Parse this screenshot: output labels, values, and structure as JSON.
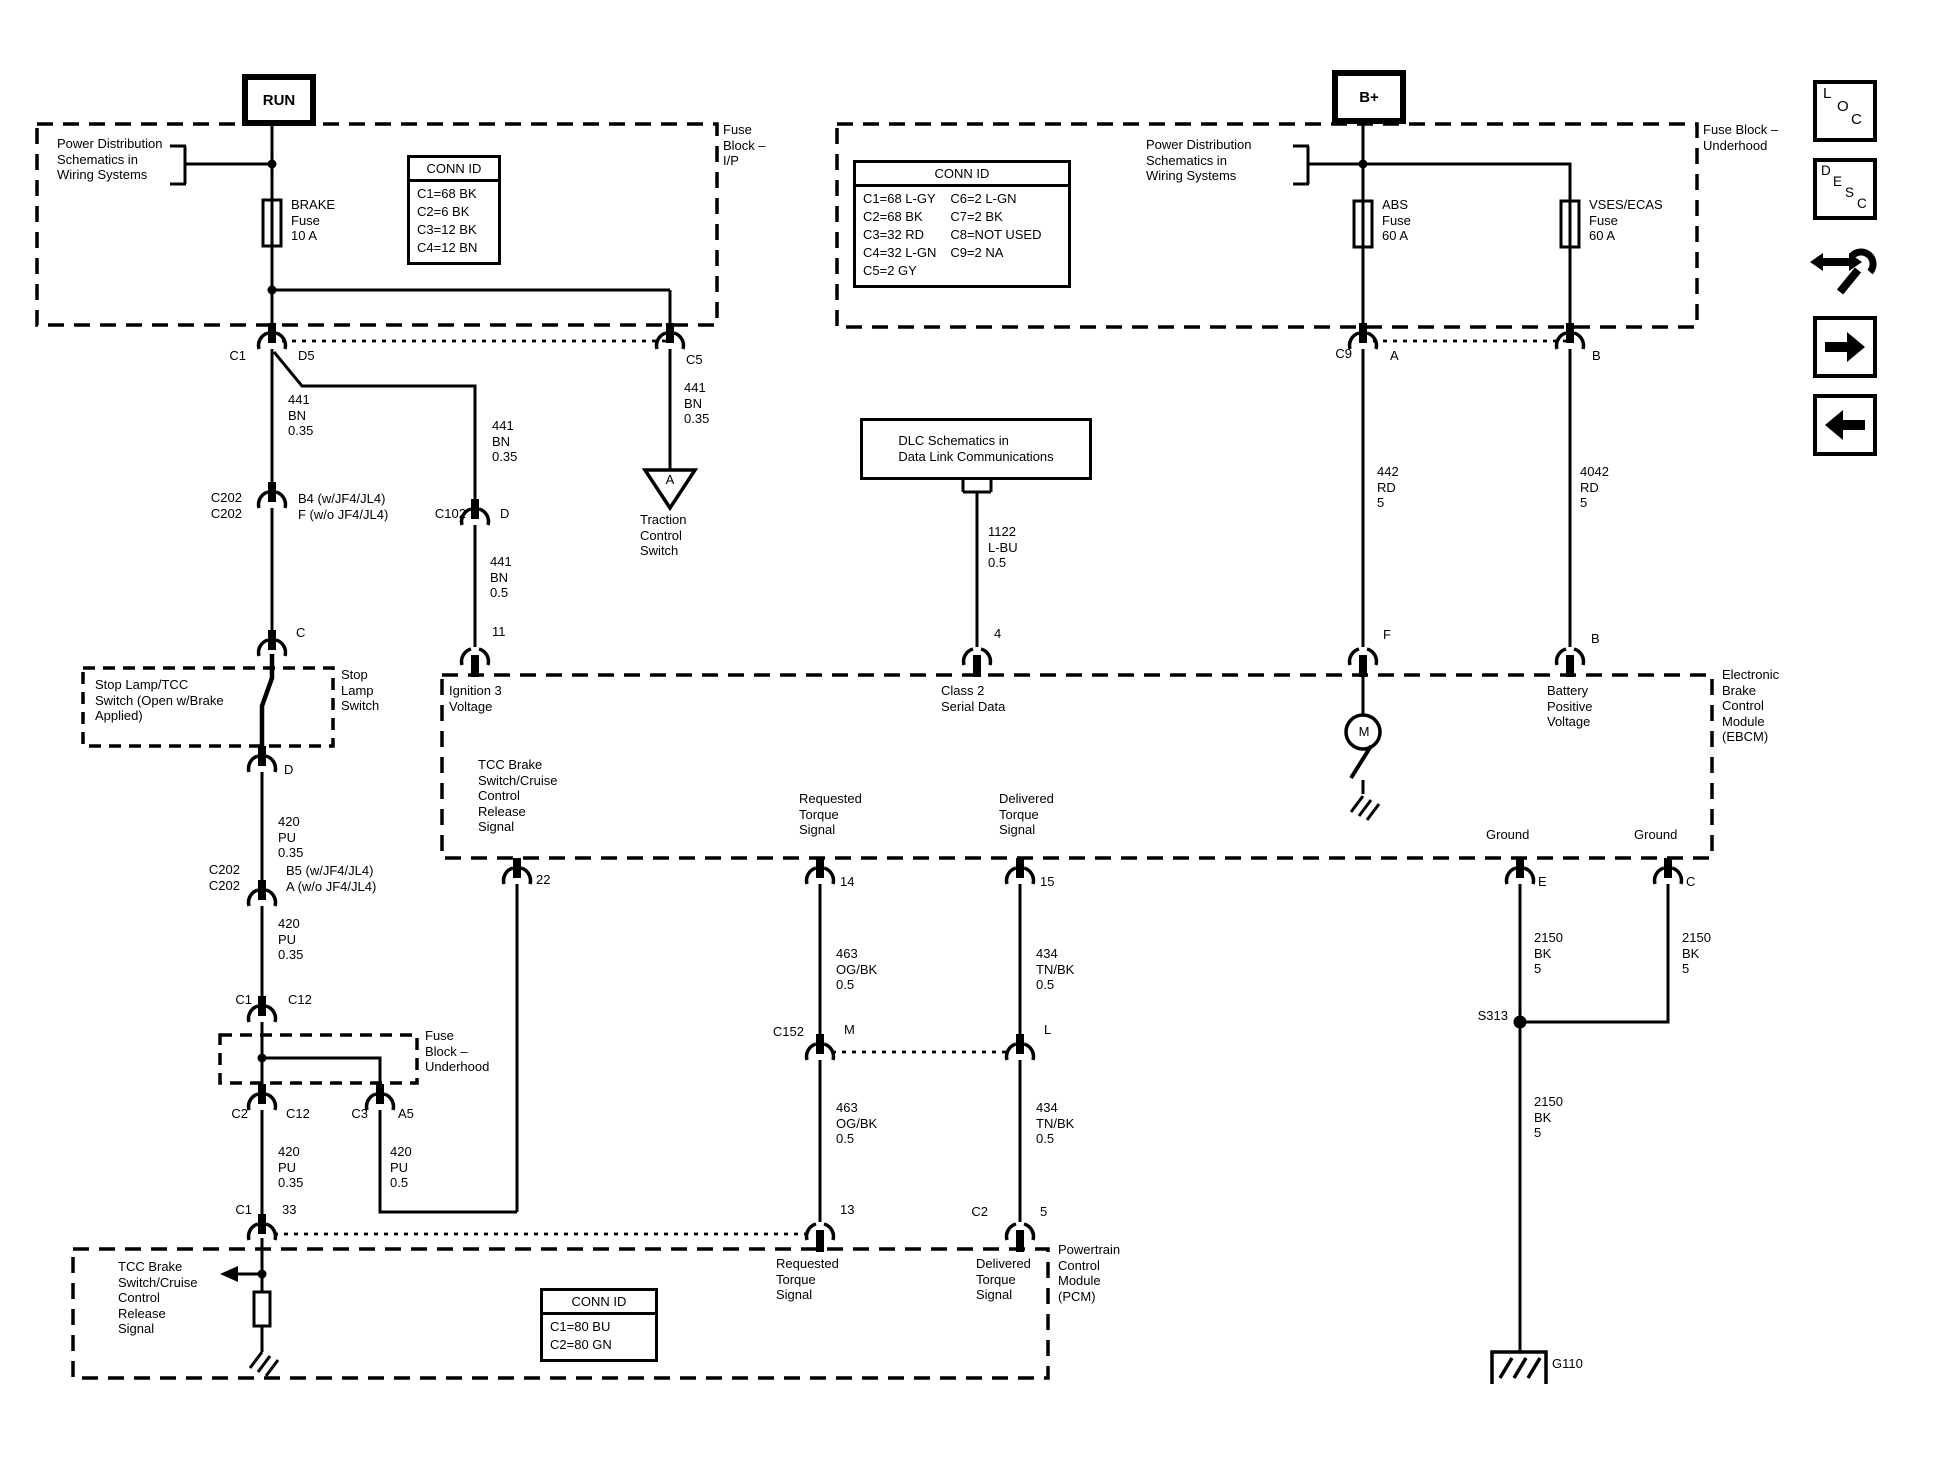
{
  "colors": {
    "ink": "#000000",
    "paper": "#ffffff"
  },
  "terminals": {
    "run": "RUN",
    "b_plus": "B+"
  },
  "refs": {
    "power_dist": "Power Distribution\nSchematics in\nWiring Systems",
    "dlc": "DLC Schematics in\nData Link Communications"
  },
  "fuses": {
    "brake": "BRAKE\nFuse\n10 A",
    "abs": "ABS\nFuse\n60 A",
    "vses": "VSES/ECAS\nFuse\n60 A"
  },
  "blocks": {
    "ip": "Fuse\nBlock –\nI/P",
    "underhood": "Fuse Block –\nUnderhood",
    "underhood2": "Fuse\nBlock –\nUnderhood",
    "ebcm": "Electronic\nBrake\nControl\nModule\n(EBCM)",
    "pcm": "Powertrain\nControl\nModule\n(PCM)",
    "stop_note": "Stop Lamp/TCC\nSwitch (Open w/Brake\nApplied)",
    "stop_switch": "Stop\nLamp\nSwitch",
    "traction": "Traction\nControl\nSwitch"
  },
  "signals": {
    "ign3": "Ignition 3\nVoltage",
    "class2": "Class 2\nSerial Data",
    "battery": "Battery\nPositive\nVoltage",
    "tcc": "TCC Brake\nSwitch/Cruise\nControl\nRelease\nSignal",
    "requested": "Requested\nTorque\nSignal",
    "delivered": "Delivered\nTorque\nSignal",
    "ground": "Ground"
  },
  "wires": {
    "w441_035": "441\nBN\n0.35",
    "w441_05": "441\nBN\n0.5",
    "w420_035": "420\nPU\n0.35",
    "w420_05": "420\nPU\n0.5",
    "w1122": "1122\nL-BU\n0.5",
    "w442": "442\nRD\n5",
    "w4042": "4042\nRD\n5",
    "w463": "463\nOG/BK\n0.5",
    "w434": "434\nTN/BK\n0.5",
    "w2150": "2150\nBK\n5"
  },
  "pins": {
    "c1": "C1",
    "c2": "C2",
    "c3": "C3",
    "c5": "C5",
    "c9": "C9",
    "c12": "C12",
    "c33": "33",
    "c102": "C102",
    "c152": "C152",
    "c202": "C202\nC202",
    "d5": "D5",
    "a": "A",
    "a5": "A5",
    "b": "B",
    "c": "C",
    "d": "D",
    "e": "E",
    "f": "F",
    "l": "L",
    "m": "M",
    "n4": "4",
    "n5": "5",
    "n11": "11",
    "n13": "13",
    "n14": "14",
    "n15": "15",
    "n22": "22",
    "b4f": "B4 (w/JF4/JL4)\nF (w/o JF4/JL4)",
    "b5a": "B5 (w/JF4/JL4)\nA (w/o JF4/JL4)"
  },
  "nodes": {
    "s313": "S313",
    "g110": "G110",
    "motor": "M",
    "triangle_a": "A"
  },
  "conn_tables": {
    "ip": {
      "title": "CONN ID",
      "rows": [
        "C1=68 BK",
        "C2=6 BK",
        "C3=12 BK",
        "C4=12 BN"
      ]
    },
    "underhood": {
      "title": "CONN ID",
      "col1": [
        "C1=68 L-GY",
        "C2=68 BK",
        "C3=32 RD",
        "C4=32 L-GN",
        "C5=2 GY"
      ],
      "col2": [
        "C6=2 L-GN",
        "C7=2 BK",
        "C8=NOT USED",
        "C9=2 NA"
      ]
    },
    "pcm": {
      "title": "CONN ID",
      "rows": [
        "C1=80 BU",
        "C2=80 GN"
      ]
    }
  },
  "toolbar": {
    "loc": [
      "L",
      "O",
      "C"
    ],
    "desc": [
      "D",
      "E",
      "S",
      "C"
    ]
  }
}
